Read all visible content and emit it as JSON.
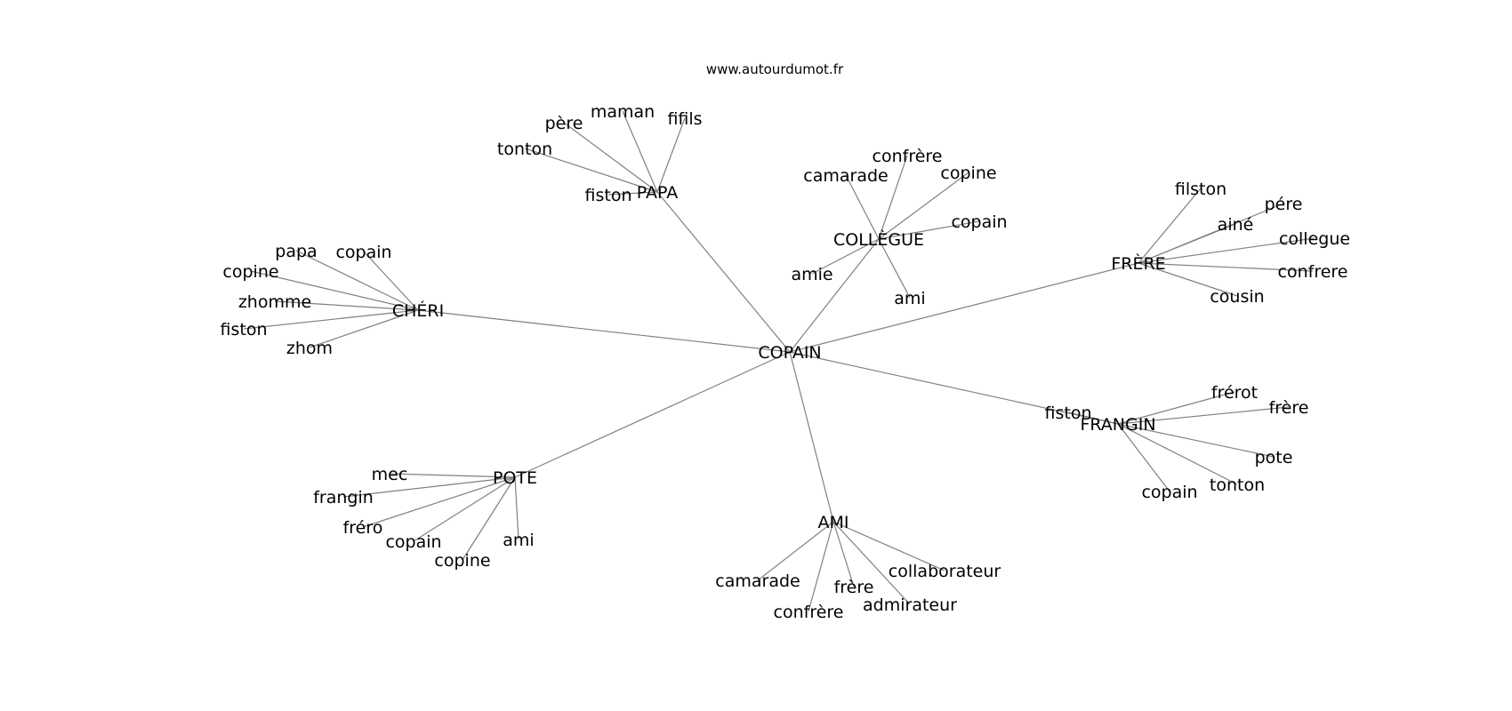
{
  "source": "www.autourdumot.fr",
  "center": {
    "id": "c",
    "label": "COPAIN"
  },
  "hubs": [
    {
      "id": "papa",
      "label": "PAPA",
      "leaves": [
        "fiston",
        "tonton",
        "père",
        "maman",
        "fifils"
      ]
    },
    {
      "id": "collegue",
      "label": "COLLÈGUE",
      "leaves": [
        "camarade",
        "confrère",
        "copine",
        "copain",
        "amie",
        "ami"
      ]
    },
    {
      "id": "frere",
      "label": "FRÈRE",
      "leaves": [
        "filston",
        "pére",
        "ainé",
        "collegue",
        "confrere",
        "cousin"
      ]
    },
    {
      "id": "cheri",
      "label": "CHÉRI",
      "leaves": [
        "papa",
        "copain",
        "copine",
        "zhomme",
        "fiston",
        "zhom"
      ]
    },
    {
      "id": "frangin",
      "label": "FRANGIN",
      "leaves": [
        "fiston",
        "frérot",
        "frère",
        "pote",
        "tonton",
        "copain"
      ]
    },
    {
      "id": "pote",
      "label": "POTE",
      "leaves": [
        "mec",
        "frangin",
        "fréro",
        "copain",
        "copine",
        "ami"
      ]
    },
    {
      "id": "ami",
      "label": "AMI",
      "leaves": [
        "camarade",
        "confrère",
        "frère",
        "collaborateur",
        "admirateur"
      ]
    }
  ]
}
